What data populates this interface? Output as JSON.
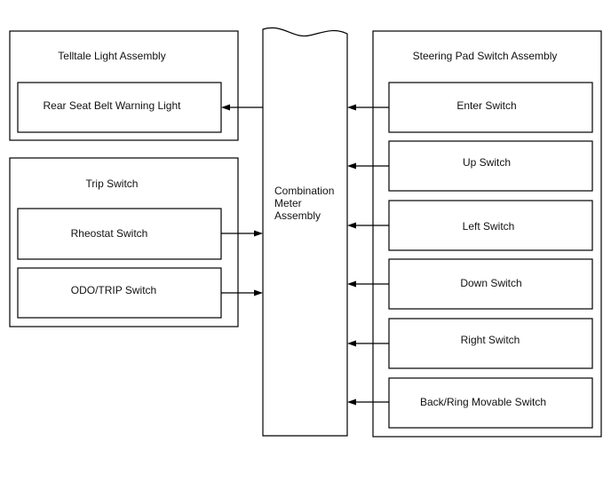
{
  "groups": {
    "telltale": {
      "title": "Telltale Light Assembly",
      "items": [
        "Rear Seat Belt Warning Light"
      ]
    },
    "trip": {
      "title": "Trip Switch",
      "items": [
        "Rheostat Switch",
        "ODO/TRIP Switch"
      ]
    },
    "steering": {
      "title": "Steering Pad Switch Assembly",
      "items": [
        "Enter Switch",
        "Up Switch",
        "Left Switch",
        "Down Switch",
        "Right Switch",
        "Back/Ring Movable Switch"
      ]
    }
  },
  "meter": {
    "lines": [
      "Combination",
      "Meter",
      "Assembly"
    ]
  }
}
